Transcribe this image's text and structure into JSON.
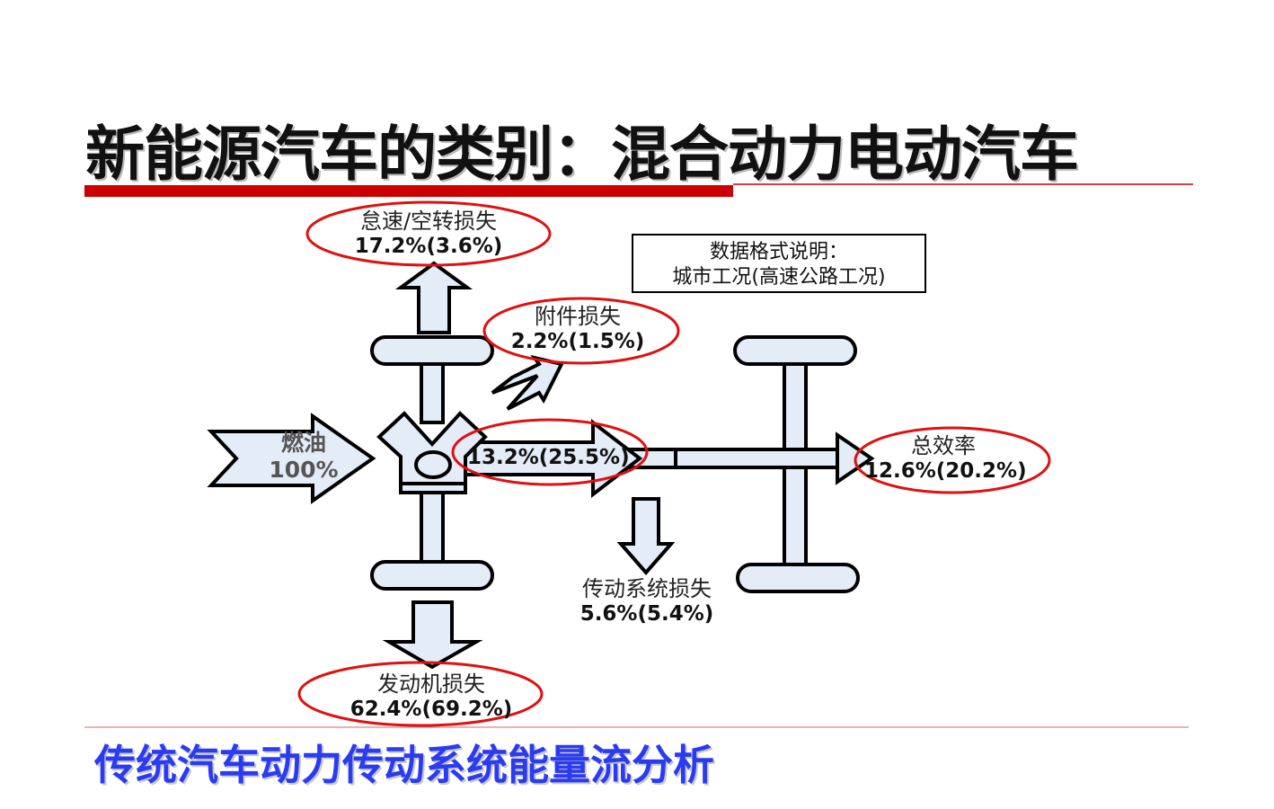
{
  "page": {
    "title": "新能源汽车的类别：混合动力电动汽车",
    "subtitle": "传统汽车动力传动系统能量流分析"
  },
  "legend": {
    "line1": "数据格式说明：",
    "line2": "城市工况(高速公路工况)"
  },
  "fuel": {
    "label": "燃油",
    "value": "100%"
  },
  "flows": {
    "idle_loss": {
      "label": "怠速/空转损失",
      "value": "17.2%(3.6%)"
    },
    "accessory_loss": {
      "label": "附件损失",
      "value": "2.2%(1.5%)"
    },
    "engine_output": {
      "value": "13.2%(25.5%)"
    },
    "total_efficiency": {
      "label": "总效率",
      "value": "12.6%(20.2%)"
    },
    "driveline_loss": {
      "label": "传动系统损失",
      "value": "5.6%(5.4%)"
    },
    "engine_loss": {
      "label": "发动机损失",
      "value": "62.4%(69.2%)"
    }
  },
  "colors": {
    "accent_red": "#cc0000",
    "flow_fill": "#e4ecf8",
    "subtitle_blue": "#2b3cf0"
  }
}
